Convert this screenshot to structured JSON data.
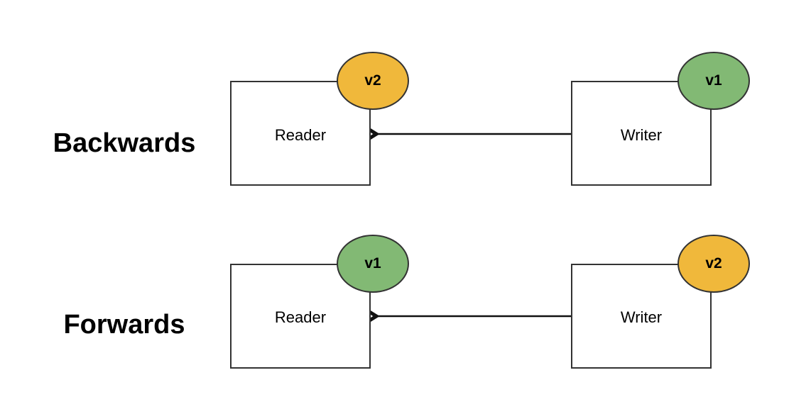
{
  "colors": {
    "v1": "#82b974",
    "v2": "#f0b83b",
    "stroke": "#333333",
    "arrow": "#111111"
  },
  "rows": [
    {
      "label": "Backwards",
      "reader": {
        "label": "Reader",
        "version": "v2",
        "version_color": "v2"
      },
      "writer": {
        "label": "Writer",
        "version": "v1",
        "version_color": "v1"
      }
    },
    {
      "label": "Forwards",
      "reader": {
        "label": "Reader",
        "version": "v1",
        "version_color": "v1"
      },
      "writer": {
        "label": "Writer",
        "version": "v2",
        "version_color": "v2"
      }
    }
  ]
}
